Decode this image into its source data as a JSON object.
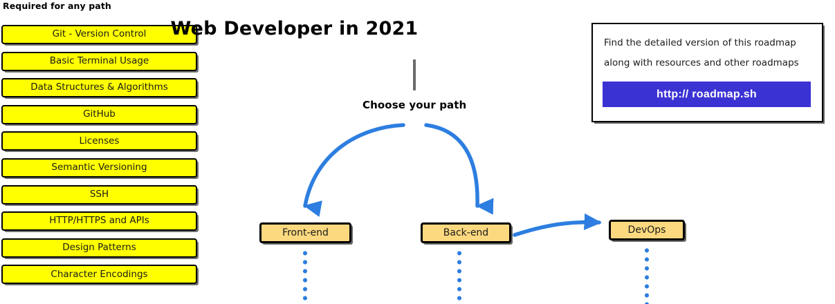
{
  "required_section": {
    "heading": "Required for any path",
    "items": [
      {
        "label": "Git - Version Control"
      },
      {
        "label": "Basic Terminal Usage"
      },
      {
        "label": "Data Structures & Algorithms"
      },
      {
        "label": "GitHub"
      },
      {
        "label": "Licenses"
      },
      {
        "label": "Semantic Versioning"
      },
      {
        "label": "SSH"
      },
      {
        "label": "HTTP/HTTPS and APIs"
      },
      {
        "label": "Design Patterns"
      },
      {
        "label": "Character Encodings"
      }
    ]
  },
  "flow": {
    "title": "Web Developer in 2021",
    "choose_label": "Choose your path",
    "nodes": [
      {
        "label": "Front-end"
      },
      {
        "label": "Back-end"
      },
      {
        "label": "DevOps"
      }
    ]
  },
  "roadmap_card": {
    "line1": "Find the detailed version of this roadmap",
    "line2": "along with resources and other roadmaps",
    "button_label": "http:// roadmap.sh"
  },
  "colors": {
    "required_box_fill": "#ffff00",
    "node_box_fill": "#fcd97f",
    "arrow_blue": "#2d7ee0",
    "button_blue": "#3b32d4",
    "trunk_gray": "#6b6b6b",
    "outline_black": "#000000",
    "page_background": "#ffffff"
  }
}
